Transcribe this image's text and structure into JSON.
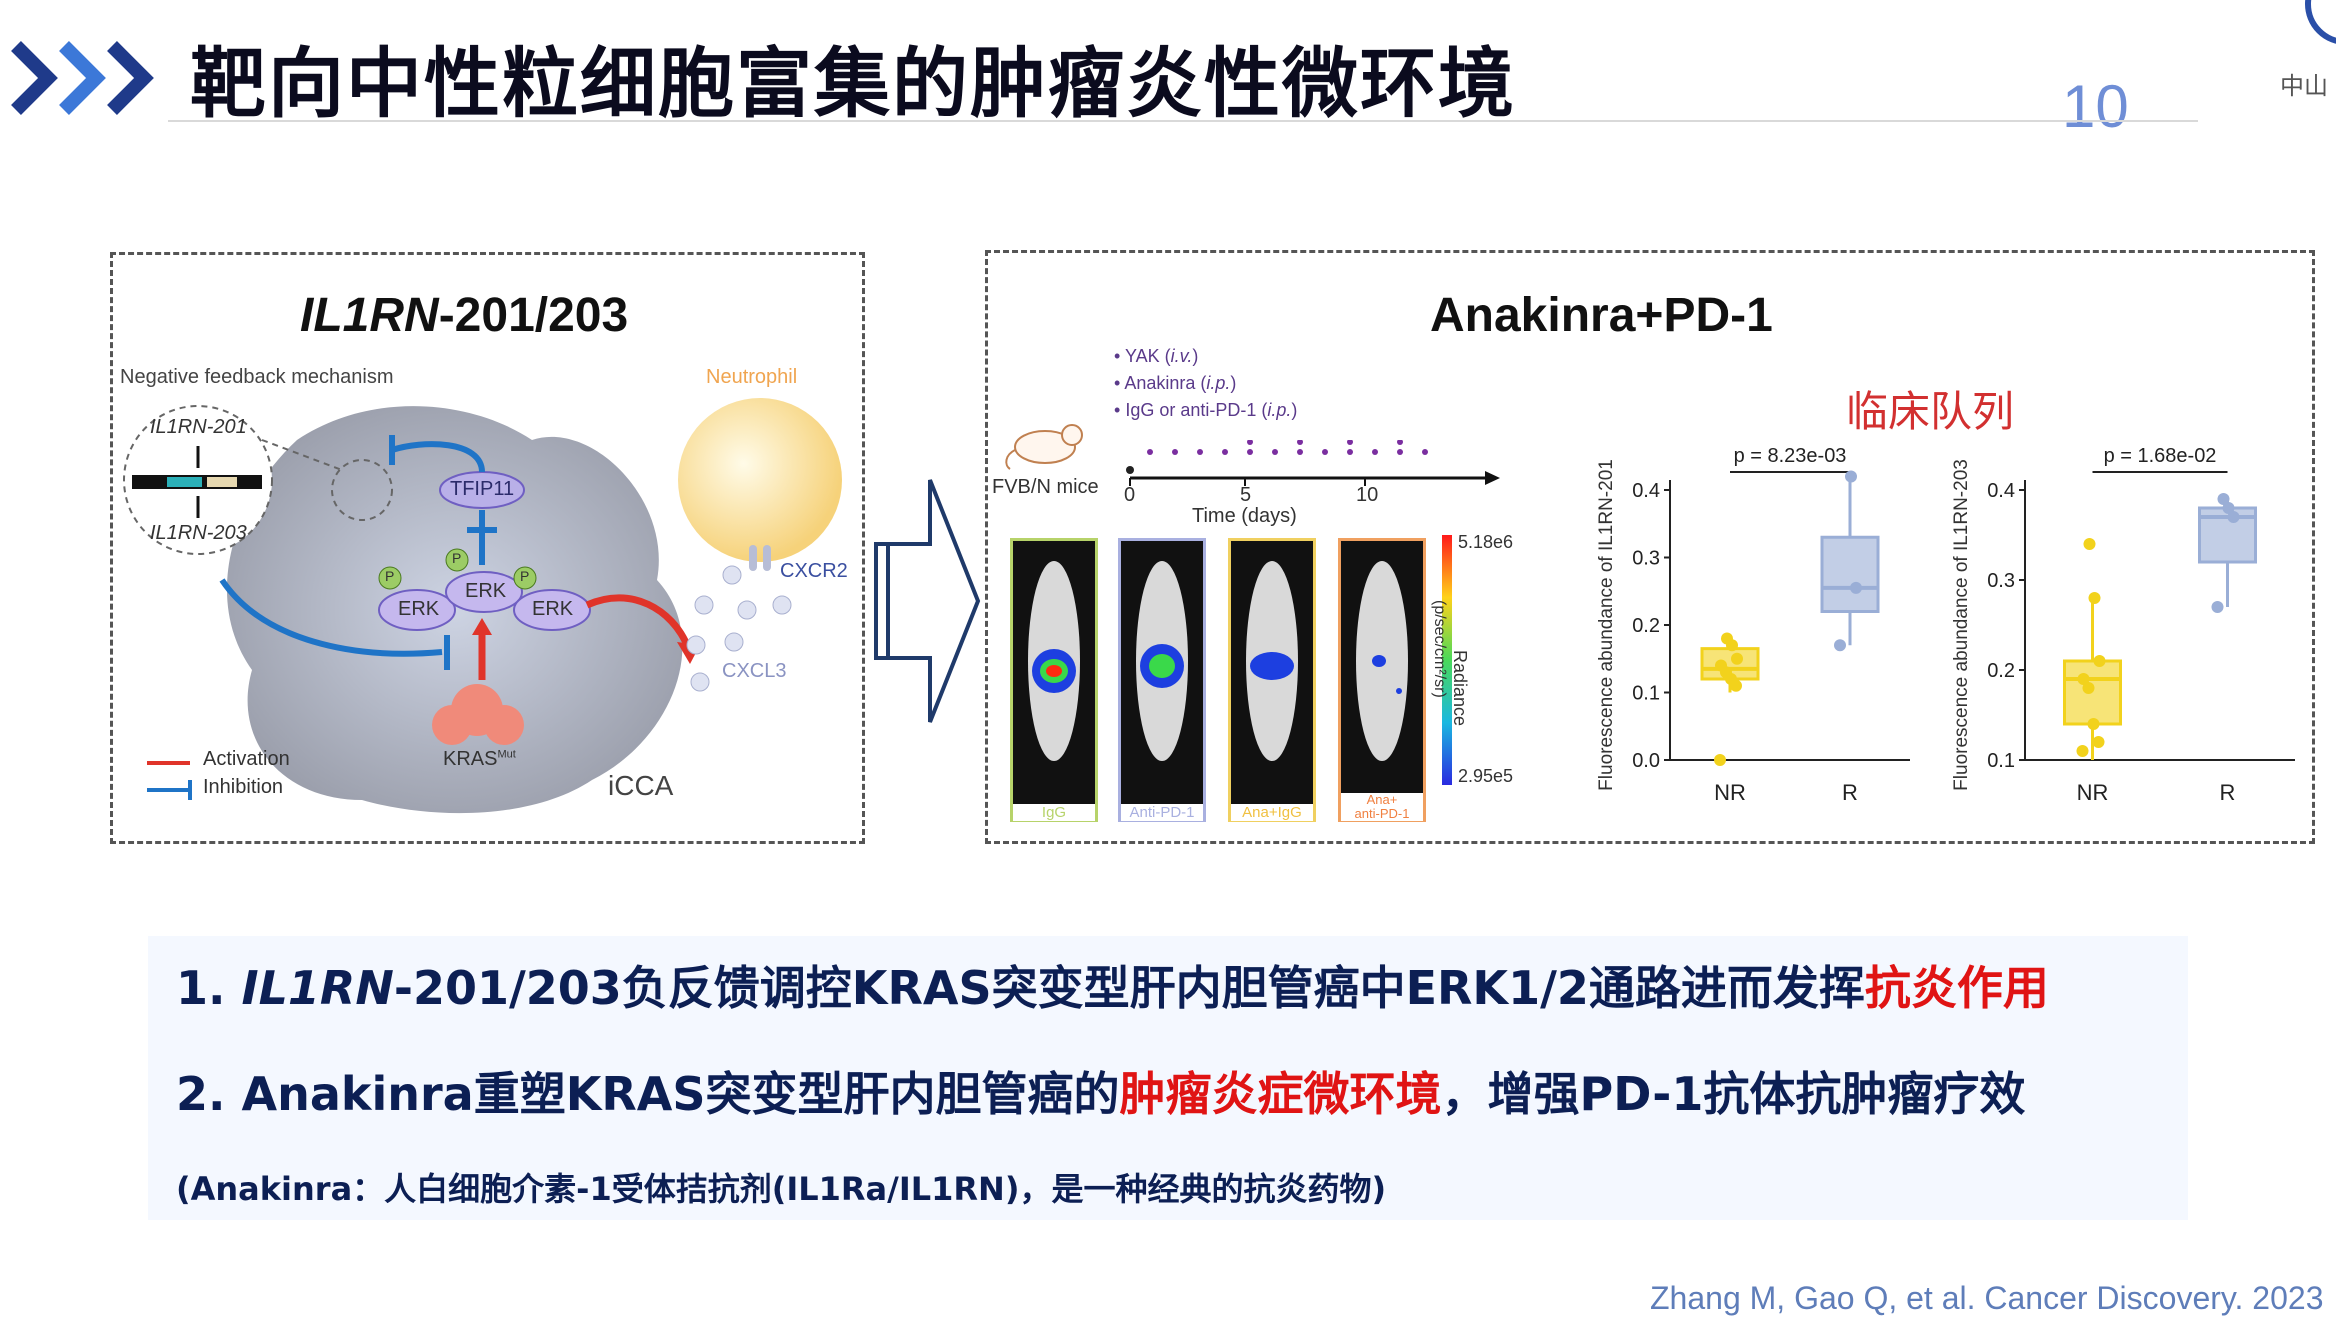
{
  "header": {
    "title": "靶向中性粒细胞富集的肿瘤炎性微环境",
    "page_number": "10",
    "logo_text": "中山"
  },
  "left_panel": {
    "title_italic": "IL1RN",
    "title_rest": "-201/203",
    "negative_feedback": "Negative feedback mechanism",
    "isoform_201": "IL1RN-201",
    "isoform_203": "IL1RN-203",
    "tfip11": "TFIP11",
    "erk": "ERK",
    "phospho": "P",
    "kras": "KRAS",
    "kras_sup": "Mut",
    "neutrophil": "Neutrophil",
    "cxcr2": "CXCR2",
    "cxcl3": "CXCL3",
    "icca": "iCCA",
    "activation": "Activation",
    "inhibition": "Inhibition"
  },
  "right_panel": {
    "title": "Anakinra+PD-1",
    "legend": [
      {
        "name": "YAK",
        "route": "i.v."
      },
      {
        "name": "Anakinra",
        "route": "i.p."
      },
      {
        "name": "IgG or anti-PD-1",
        "route": "i.p."
      }
    ],
    "mouse_strain": "FVB/N mice",
    "timeline_ticks": [
      "0",
      "5",
      "10"
    ],
    "timeline_label": "Time (days)",
    "mice": [
      {
        "label": "IgG",
        "color": "#b7d36a"
      },
      {
        "label": "Anti-PD-1",
        "color": "#a9b0e0"
      },
      {
        "label": "Ana+IgG",
        "color": "#f0d060"
      },
      {
        "label": "Ana+\nanti-PD-1",
        "color": "#f0a060"
      }
    ],
    "radiance_max": "5.18e6",
    "radiance_min": "2.95e5",
    "radiance_label": "Radiance",
    "radiance_unit": "(p/sec/cm²/sr)",
    "cohort_title": "临床队列"
  },
  "chart_data": [
    {
      "type": "box",
      "title": "",
      "ylabel": "Fluorescence abundance of IL1RN-201",
      "categories": [
        "NR",
        "R"
      ],
      "ylim": [
        0.0,
        0.4
      ],
      "yticks": [
        "0.0",
        "0.1",
        "0.2",
        "0.3",
        "0.4"
      ],
      "p_value": "p = 8.23e-03",
      "boxes": [
        {
          "category": "NR",
          "q1": 0.12,
          "median": 0.135,
          "q3": 0.165,
          "min": 0.1,
          "max": 0.18,
          "color": "#f2d21c",
          "points": [
            0.0,
            0.11,
            0.12,
            0.13,
            0.14,
            0.15,
            0.17,
            0.18
          ]
        },
        {
          "category": "R",
          "q1": 0.22,
          "median": 0.255,
          "q3": 0.33,
          "min": 0.17,
          "max": 0.42,
          "color": "#9aaed6",
          "points": [
            0.17,
            0.255,
            0.42
          ]
        }
      ]
    },
    {
      "type": "box",
      "title": "",
      "ylabel": "Fluorescence abundance of IL1RN-203",
      "categories": [
        "NR",
        "R"
      ],
      "ylim": [
        0.1,
        0.4
      ],
      "yticks": [
        "0.1",
        "0.2",
        "0.3",
        "0.4"
      ],
      "p_value": "p = 1.68e-02",
      "boxes": [
        {
          "category": "NR",
          "q1": 0.14,
          "median": 0.19,
          "q3": 0.21,
          "min": 0.1,
          "max": 0.28,
          "color": "#f2d21c",
          "points": [
            0.11,
            0.12,
            0.14,
            0.18,
            0.19,
            0.21,
            0.28,
            0.34
          ]
        },
        {
          "category": "R",
          "q1": 0.32,
          "median": 0.37,
          "q3": 0.38,
          "min": 0.27,
          "max": 0.39,
          "color": "#9aaed6",
          "points": [
            0.27,
            0.37,
            0.38,
            0.39
          ]
        }
      ]
    }
  ],
  "summary": {
    "line1_num": "1. ",
    "line1_italic": "IL1RN",
    "line1_text": "-201/203负反馈调控KRAS突变型肝内胆管癌中ERK1/2通路进而发挥",
    "line1_red": "抗炎作用",
    "line2_text": "2. Anakinra重塑KRAS突变型肝内胆管癌的",
    "line2_red": "肿瘤炎症微环境",
    "line2_rest": "，增强PD-1抗体抗肿瘤疗效",
    "line3": "(Anakinra：人白细胞介素-1受体拮抗剂(IL1Ra/IL1RN)，是一种经典的抗炎药物)"
  },
  "citation": "Zhang M, Gao Q, et al. Cancer Discovery. 2023"
}
